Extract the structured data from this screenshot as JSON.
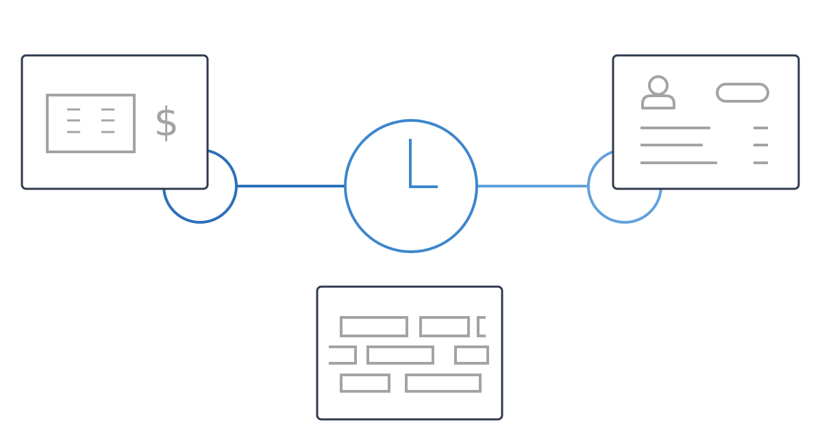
{
  "diagram": {
    "currency_symbol": "$",
    "node_names": [
      "billing-card",
      "clock-hub",
      "profile-card",
      "wall-card"
    ]
  },
  "colors": {
    "background": "#ffffff",
    "card_border": "#2f3a4d",
    "icon_gray": "#a3a3a3",
    "accent_dark_blue": "#2c70b8",
    "accent_blue": "#3d86cc",
    "accent_light_blue": "#62a2dd"
  },
  "icons": {
    "billing_card": "bill-with-dollar-icon",
    "clock_hub": "clock-icon",
    "profile_card": "user-profile-icon",
    "wall_card": "brick-wall-icon"
  }
}
